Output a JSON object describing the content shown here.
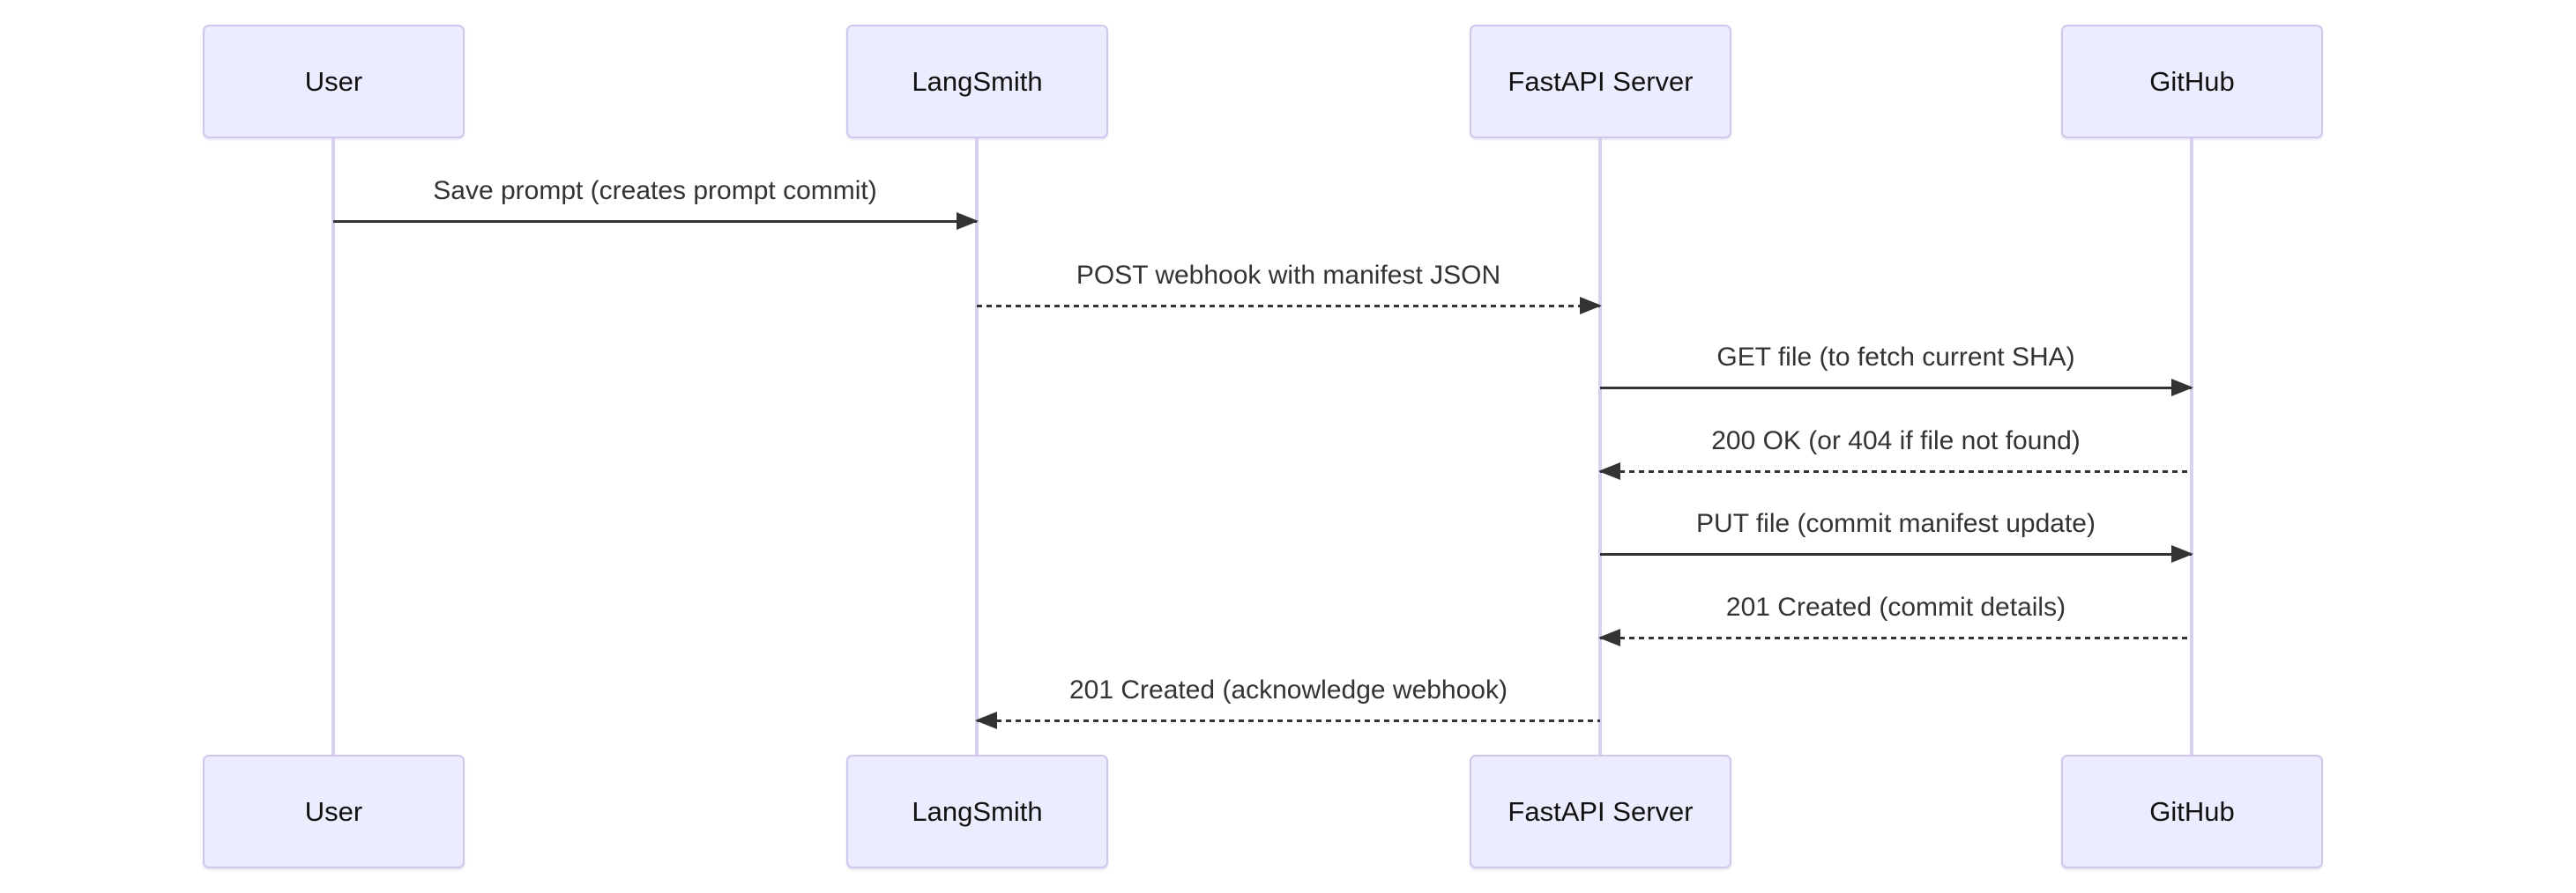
{
  "page": {
    "background": "#ffffff"
  },
  "diagram": {
    "type": "sequence-diagram",
    "colors": {
      "actor_fill": "#ECECFF",
      "actor_border": "#CFC8EC",
      "lifeline": "#D8D0EC",
      "arrow": "#333333",
      "text": "#333333"
    },
    "actors": [
      {
        "name": "User"
      },
      {
        "name": "LangSmith"
      },
      {
        "name": "FastAPI Server"
      },
      {
        "name": "GitHub"
      }
    ],
    "messages": [
      {
        "from": "User",
        "to": "LangSmith",
        "text": "Save prompt (creates prompt commit)",
        "line": "solid",
        "direction": "right"
      },
      {
        "from": "LangSmith",
        "to": "FastAPI Server",
        "text": "POST webhook with manifest JSON",
        "line": "dashed",
        "direction": "right"
      },
      {
        "from": "FastAPI Server",
        "to": "GitHub",
        "text": "GET file (to fetch current SHA)",
        "line": "solid",
        "direction": "right"
      },
      {
        "from": "GitHub",
        "to": "FastAPI Server",
        "text": "200 OK (or 404 if file not found)",
        "line": "dashed",
        "direction": "left"
      },
      {
        "from": "FastAPI Server",
        "to": "GitHub",
        "text": "PUT file (commit manifest update)",
        "line": "solid",
        "direction": "right"
      },
      {
        "from": "GitHub",
        "to": "FastAPI Server",
        "text": "201 Created (commit details)",
        "line": "dashed",
        "direction": "left"
      },
      {
        "from": "FastAPI Server",
        "to": "LangSmith",
        "text": "201 Created (acknowledge webhook)",
        "line": "dashed",
        "direction": "left"
      }
    ]
  }
}
